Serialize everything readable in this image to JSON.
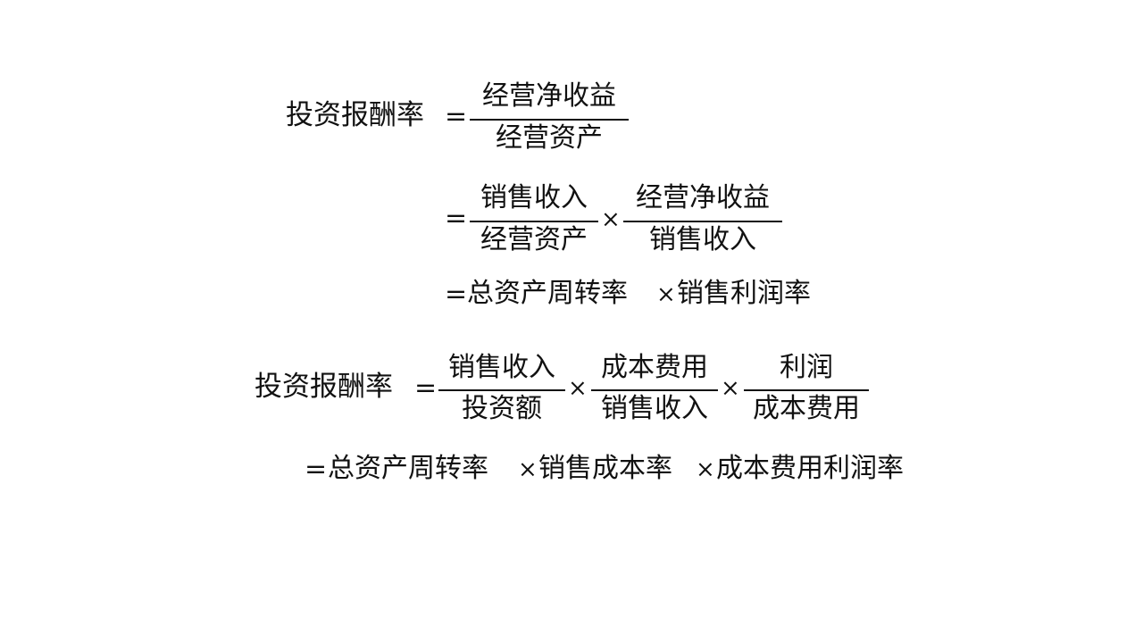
{
  "formula1": {
    "lhs": "投资报酬率",
    "line1": {
      "eq": "=",
      "numerator": "经营净收益",
      "denominator": "经营资产"
    },
    "line2": {
      "eq": "=",
      "frac1_num": "销售收入",
      "frac1_den": "经营资产",
      "times": "×",
      "frac2_num": "经营净收益",
      "frac2_den": "销售收入"
    },
    "line3": {
      "eq": "=",
      "term1": "总资产周转率",
      "times": "×",
      "term2": "销售利润率"
    }
  },
  "formula2": {
    "lhs": "投资报酬率",
    "line1": {
      "eq": "=",
      "frac1_num": "销售收入",
      "frac1_den": "投资额",
      "times1": "×",
      "frac2_num": "成本费用",
      "frac2_den": "销售收入",
      "times2": "×",
      "frac3_num": "利润",
      "frac3_den": "成本费用"
    },
    "line2": {
      "eq": "=",
      "term1": "总资产周转率",
      "times1": "×",
      "term2": "销售成本率",
      "times2": "×",
      "term3": "成本费用利润率"
    }
  }
}
